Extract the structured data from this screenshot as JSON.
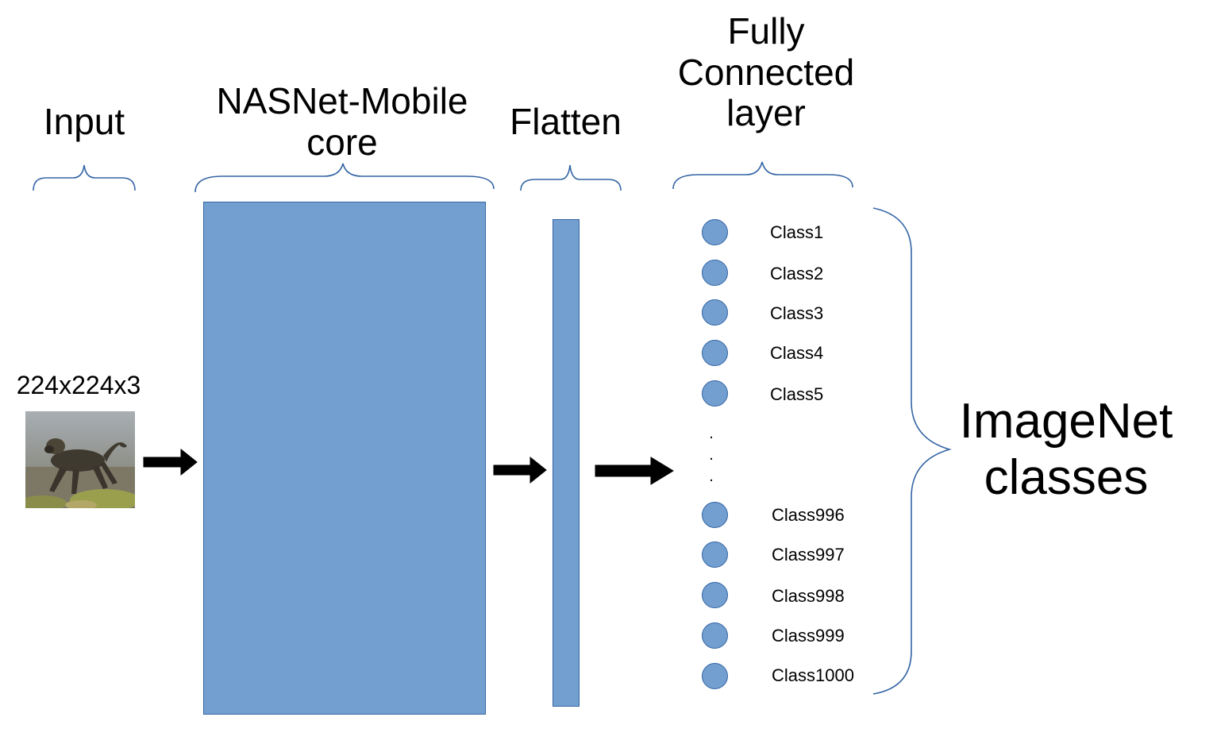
{
  "sections": {
    "input": {
      "title": "Input"
    },
    "core": {
      "title": "NASNet-Mobile core"
    },
    "flatten": {
      "title": "Flatten"
    },
    "fc": {
      "title": "Fully Connected layer"
    }
  },
  "input_dims": "224x224x3",
  "input_image": {
    "subject": "baboon-photo",
    "colors": {
      "sky": "#a3aab0",
      "ground": "#7d7866",
      "brush": "#9a9f4e"
    }
  },
  "classes_top": [
    "Class1",
    "Class2",
    "Class3",
    "Class4",
    "Class5"
  ],
  "ellipsis": [
    ".",
    ".",
    "."
  ],
  "classes_bottom": [
    "Class996",
    "Class997",
    "Class998",
    "Class999",
    "Class1000"
  ],
  "output_group": {
    "label": "ImageNet classes"
  },
  "colors": {
    "block_fill": "#729fcf",
    "block_stroke": "#3465a4",
    "brace": "#3465a4",
    "arrow": "#000000"
  }
}
